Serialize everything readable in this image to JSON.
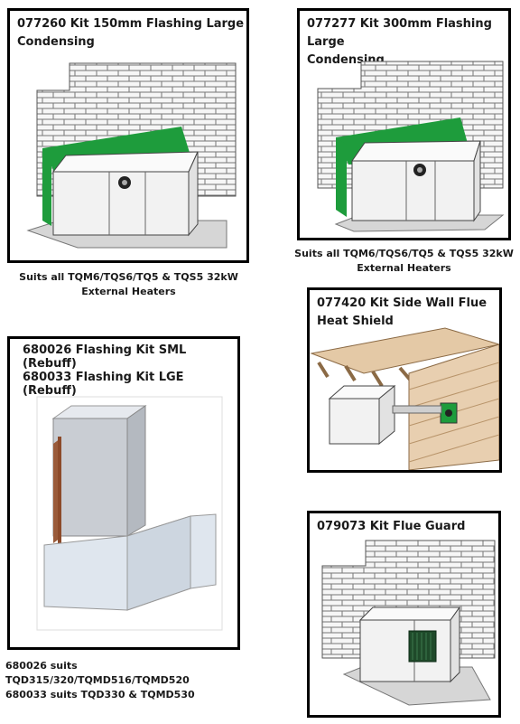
{
  "panels": {
    "kit150": {
      "title": "077260 Kit 150mm Flashing Large\nCondensing"
    },
    "kit300": {
      "title": "077277 Kit 300mm Flashing Large\nCondensing"
    },
    "rebuff": {
      "title1": "680026 Flashing Kit SML (Rebuff)",
      "title2": "680033 Flashing Kit LGE (Rebuff)"
    },
    "heatshield": {
      "title": "077420 Kit Side Wall Flue\nHeat Shield"
    },
    "flueguard": {
      "title": "079073 Kit Flue Guard"
    }
  },
  "captions": {
    "kit150": "Suits all TQM6/TQS6/TQ5 & TQS5 32kW\nExternal Heaters",
    "kit300": "Suits all TQM6/TQS6/TQ5 & TQS5 32kW\nExternal Heaters",
    "rebuff": "680026 suits TQD315/320/TQMD516/TQMD520\n680033 suits TQD330 & TQMD530"
  },
  "colors": {
    "flashing_green": "#1e9c3c",
    "flue_guard": "#1f4a2a",
    "wood": "#e4c9a6",
    "border": "#000000"
  }
}
